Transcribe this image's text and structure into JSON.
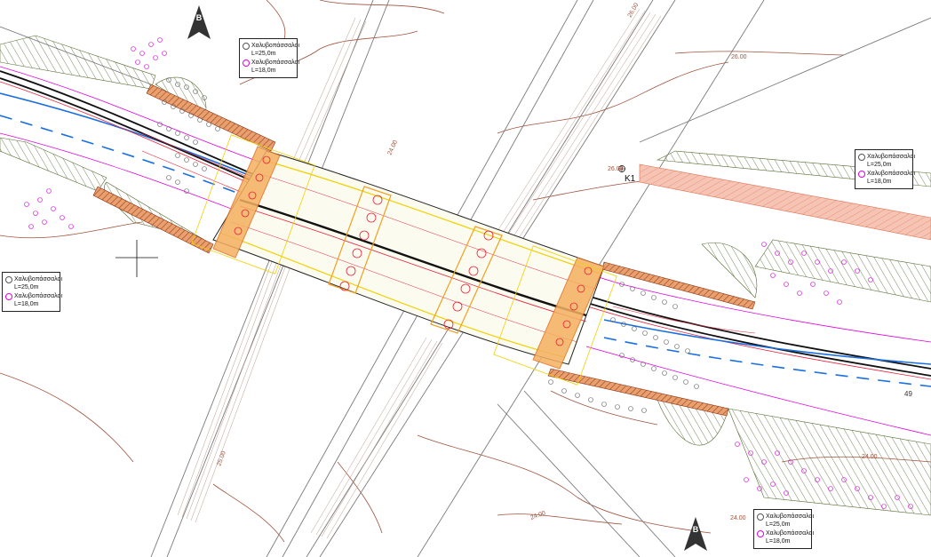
{
  "north_arrows": [
    {
      "id": "north-arrow-top",
      "letter": "B"
    },
    {
      "id": "north-arrow-bottom",
      "letter": "B"
    }
  ],
  "legends": [
    {
      "id": "legend-top",
      "items": [
        {
          "label": "Χαλυβοπάσσαλοι",
          "length": "L=25,0m",
          "symbol": "circle-gray"
        },
        {
          "label": "Χαλυβοπάσσαλοι",
          "length": "L=18,0m",
          "symbol": "circle-magenta"
        }
      ]
    },
    {
      "id": "legend-left",
      "items": [
        {
          "label": "Χαλυβοπάσσαλοι",
          "length": "L=25,0m",
          "symbol": "circle-gray"
        },
        {
          "label": "Χαλυβοπάσσαλοι",
          "length": "L=18,0m",
          "symbol": "circle-magenta"
        }
      ]
    },
    {
      "id": "legend-right",
      "items": [
        {
          "label": "Χαλυβοπάσσαλοι",
          "length": "L=25,0m",
          "symbol": "circle-gray"
        },
        {
          "label": "Χαλυβοπάσσαλοι",
          "length": "L=18,0m",
          "symbol": "circle-magenta"
        }
      ]
    },
    {
      "id": "legend-bottom",
      "items": [
        {
          "label": "Χαλυβοπάσσαλοι",
          "length": "L=25,0m",
          "symbol": "circle-gray"
        },
        {
          "label": "Χαλυβοπάσσαλοι",
          "length": "L=18,0m",
          "symbol": "circle-magenta"
        }
      ]
    }
  ],
  "contour_labels": {
    "c1": "26.00",
    "c2": "26.00",
    "c3": "24.00",
    "c4": "24.00",
    "c5": "24.00",
    "c6": "24.00",
    "c7": "25.00",
    "c8": "26.00"
  },
  "markers": {
    "benchmark": "K1",
    "pier_count": "49"
  },
  "colors": {
    "contour": "#a0523d",
    "road_red": "#e8203a",
    "road_blue": "#1a6fe0",
    "pile_magenta": "#e000e0",
    "pier_orange": "#f0a020",
    "yellow_line": "#f2d000",
    "hatch_green": "#556b2f",
    "deck_edge": "#222222"
  }
}
